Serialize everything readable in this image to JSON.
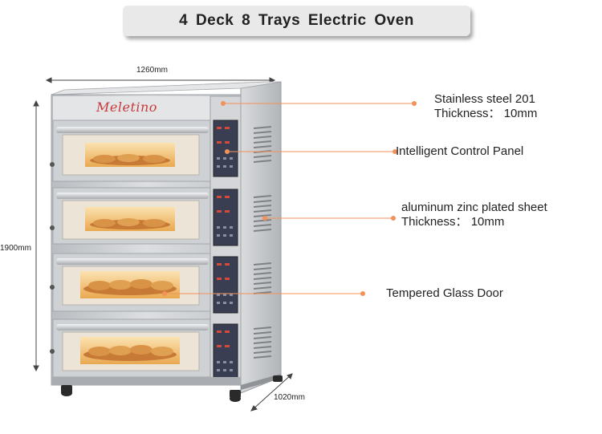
{
  "title": "4 Deck 8 Trays Electric  Oven",
  "brand": "Meletino",
  "dimensions": {
    "width": "1260mm",
    "height": "1900mm",
    "depth": "1020mm"
  },
  "callouts": [
    {
      "line1": "Stainless steel 201",
      "line2": "Thickness： 10mm"
    },
    {
      "line1": "Intelligent Control Panel",
      "line2": ""
    },
    {
      "line1": "aluminum zinc plated sheet",
      "line2": "Thickness： 10mm"
    },
    {
      "line1": "Tempered Glass Door",
      "line2": ""
    }
  ],
  "colors": {
    "accent": "#f2915a",
    "steel": "#c9ccd0",
    "window": "#f5c982",
    "panel": "#3a3e52"
  }
}
